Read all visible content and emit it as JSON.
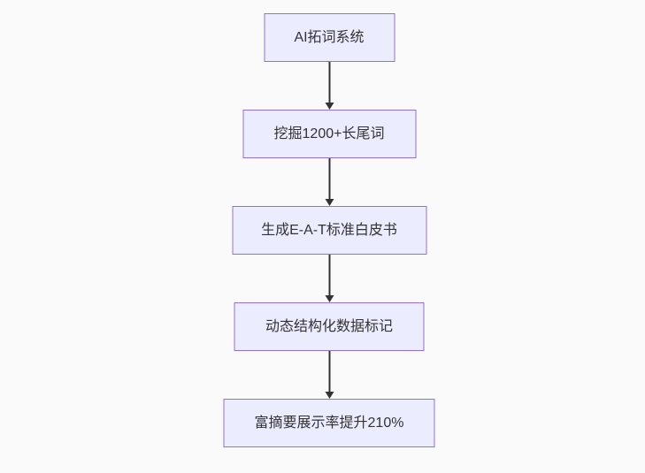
{
  "diagram": {
    "type": "flowchart",
    "direction": "top-to-bottom",
    "nodes": [
      {
        "id": "n1",
        "label": "AI拓词系统"
      },
      {
        "id": "n2",
        "label": "挖掘1200+长尾词"
      },
      {
        "id": "n3",
        "label": "生成E-A-T标准白皮书"
      },
      {
        "id": "n4",
        "label": "动态结构化数据标记"
      },
      {
        "id": "n5",
        "label": "富摘要展示率提升210%"
      }
    ],
    "edges": [
      {
        "from": "n1",
        "to": "n2",
        "style": "arrow-down"
      },
      {
        "from": "n2",
        "to": "n3",
        "style": "arrow-down"
      },
      {
        "from": "n3",
        "to": "n4",
        "style": "arrow-down"
      },
      {
        "from": "n4",
        "to": "n5",
        "style": "arrow-down"
      }
    ],
    "colors": {
      "node_fill": "#ECECFF",
      "node_border": "#9370DB",
      "text": "#333333",
      "arrow": "#333333",
      "background": "#FAFAFA"
    }
  }
}
